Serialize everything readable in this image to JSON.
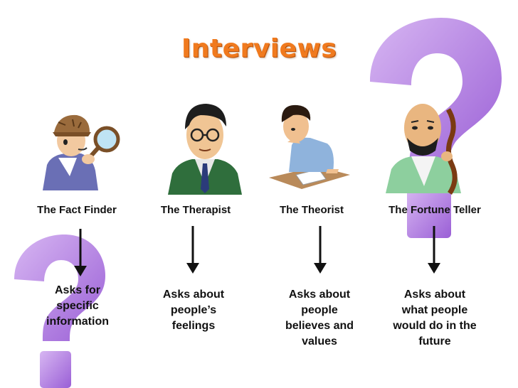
{
  "title": "Interviews",
  "columns": [
    {
      "label": "The Fact Finder",
      "desc_lines": [
        "Asks for",
        "specific",
        "information"
      ]
    },
    {
      "label": "The Therapist",
      "desc_lines": [
        "Asks about",
        "people’s",
        "feelings"
      ]
    },
    {
      "label": "The Theorist",
      "desc_lines": [
        "Asks about",
        "people",
        "believes and",
        "values"
      ]
    },
    {
      "label": "The Fortune Teller",
      "desc_lines": [
        "Asks about",
        "what people",
        "would do in the",
        "future"
      ]
    }
  ],
  "colors": {
    "title": "#f07a1e",
    "question_mark": "#b57ce0",
    "arrow": "#111111"
  },
  "icons": [
    "detective-icon",
    "therapist-icon",
    "theorist-icon",
    "fortune-teller-icon",
    "question-mark-icon"
  ]
}
